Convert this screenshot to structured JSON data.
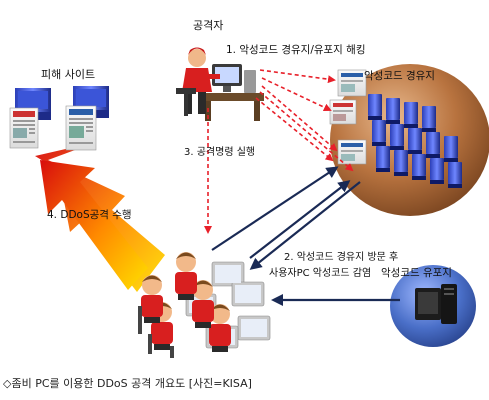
{
  "diagram": {
    "attacker_label": "공격자",
    "step1_label": "1. 악성코드 경유지/유포지 해킹",
    "victim_sites_label": "피해 사이트",
    "distribution_points_label": "악성코드 경유지",
    "step3_label": "3. 공격명령 실행",
    "step4_label": "4. DDoS공격 수행",
    "step2_line1": "2. 악성코드 경유지 방문 후",
    "step2_line2": "사용자PC 악성코드 감염",
    "distribution_site_label": "악성코드 유포지",
    "caption": "◇좀비 PC를 이용한 DDoS 공격 개요도 [사진=KISA]"
  },
  "colors": {
    "dashed_arrows": "#e8202a",
    "solid_arrows": "#1a2a55",
    "big_arrow_start": "#ffd400",
    "big_arrow_end": "#e01010",
    "distribution_circle": "#a0623a",
    "site_circle": "#4a6fc8"
  },
  "icons": {
    "attacker": "hacker-at-computer-icon",
    "victim_servers": "server-monitor-icon",
    "distribution_servers": "server-cluster-icon",
    "site_server": "server-tower-icon",
    "zombie_users": "zombie-pc-users-icon"
  }
}
